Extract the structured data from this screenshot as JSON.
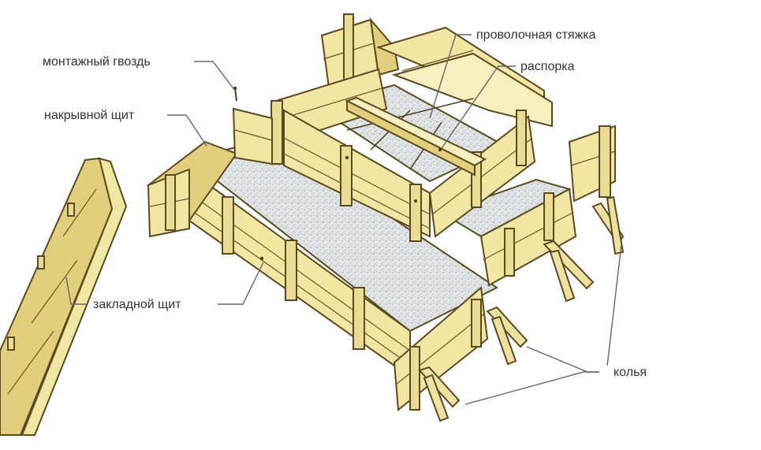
{
  "labels": {
    "wire_tie": "проволочная стяжка",
    "mounting_nail": "монтажный гвоздь",
    "spacer": "распорка",
    "cover_panel": "накрывной щит",
    "embedded_panel": "закладной щит",
    "stakes": "колья"
  },
  "colors": {
    "wood": "#f2e6a3",
    "wood_outline": "#5b4a20",
    "concrete": "#d8dde0",
    "background": "#ffffff"
  }
}
